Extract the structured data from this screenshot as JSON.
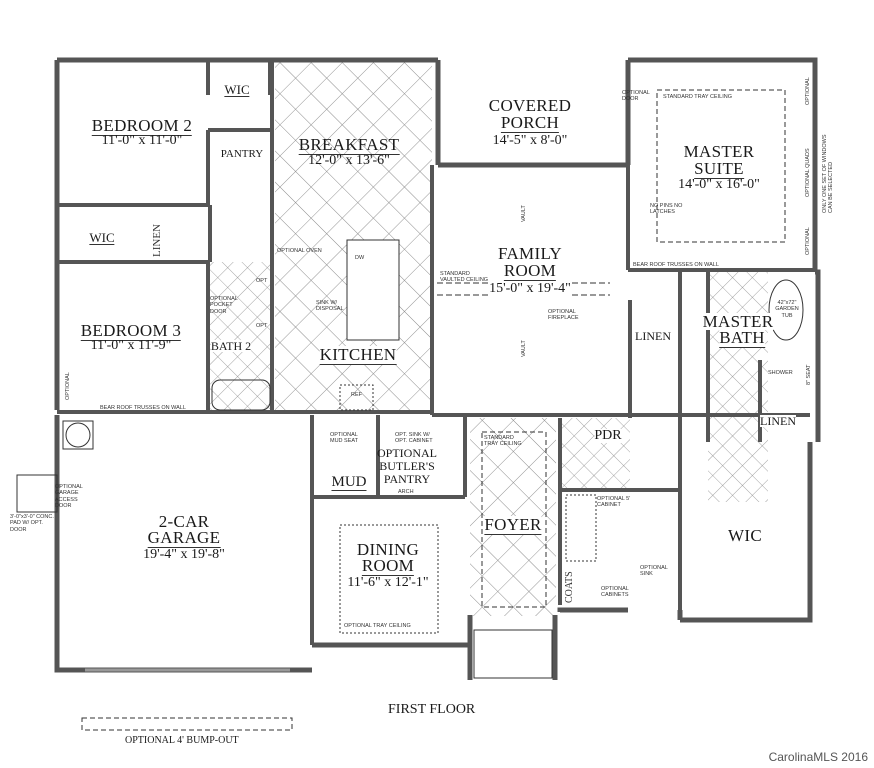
{
  "plan": {
    "title": "FIRST FLOOR",
    "watermark": "CarolinaMLS 2016",
    "rooms": {
      "bedroom2": {
        "name": "BEDROOM 2",
        "dims": "11'-0\" x 11'-0\""
      },
      "wic_bed2": {
        "name": "WIC"
      },
      "pantry": {
        "name": "PANTRY"
      },
      "breakfast": {
        "name": "BREAKFAST",
        "dims": "12'-0\" x 13'-6\""
      },
      "covered_porch": {
        "name": "COVERED PORCH",
        "name_line1": "COVERED",
        "name_line2": "PORCH",
        "dims": "14'-5\" x 8'-0\""
      },
      "master_suite": {
        "name_line1": "MASTER",
        "name_line2": "SUITE",
        "dims": "14'-0\" x 16'-0\""
      },
      "wic_bed3": {
        "name": "WIC"
      },
      "linen_hall": {
        "name": "LINEN"
      },
      "family_room": {
        "name_line1": "FAMILY",
        "name_line2": "ROOM",
        "dims": "15'-0\" x 19'-4\""
      },
      "bedroom3": {
        "name": "BEDROOM 3",
        "dims": "11'-0\" x 11'-9\""
      },
      "bath2": {
        "name": "BATH 2"
      },
      "kitchen": {
        "name": "KITCHEN"
      },
      "linen_master": {
        "name": "LINEN"
      },
      "master_bath": {
        "name_line1": "MASTER",
        "name_line2": "BATH"
      },
      "linen_bath": {
        "name": "LINEN"
      },
      "pdr": {
        "name": "PDR"
      },
      "mud": {
        "name": "MUD"
      },
      "butlers_pantry": {
        "name_line1": "OPTIONAL",
        "name_line2": "BUTLER'S",
        "name_line3": "PANTRY"
      },
      "garage": {
        "name_line1": "2-CAR",
        "name_line2": "GARAGE",
        "dims": "19'-4\" x 19'-8\""
      },
      "dining": {
        "name_line1": "DINING",
        "name_line2": "ROOM",
        "dims": "11'-6\" x 12'-1\""
      },
      "foyer": {
        "name": "FOYER"
      },
      "coats": {
        "name": "COATS"
      },
      "wic_master": {
        "name": "WIC"
      }
    },
    "notes": {
      "optional_oven": "OPTIONAL OVEN",
      "dw": "DW",
      "sink_disposal": "SINK W/ DISPOSAL",
      "optional_pocket_door": "OPTIONAL POCKET DOOR",
      "opt1": "OPT",
      "opt2": "OPT",
      "ref": "REF",
      "bear_trusses_left": "BEAR ROOF TRUSSES ON WALL",
      "bear_trusses_right": "BEAR ROOF TRUSSES ON WALL",
      "optional_window_left": "OPTIONAL",
      "optional_door": "OPTIONAL DOOR",
      "standard_tray_master": "STANDARD TRAY CEILING",
      "no_pins": "NO PINS NO LATCHES",
      "vault1": "VAULT",
      "vault2": "VAULT",
      "standard_vaulted": "STANDARD VAULTED CEILING",
      "optional_fireplace": "OPTIONAL FIREPLACE",
      "optional_right1": "OPTIONAL",
      "optional_quads": "OPTIONAL QUADS",
      "only_one_set": "ONLY ONE SET OF WINDOWS CAN BE SELECTED",
      "optional_right2": "OPTIONAL",
      "garden_tub": "42\"x72\" GARDEN TUB",
      "shower": "SHOWER",
      "seat": "8\" SEAT",
      "optional_mud_seat": "OPTIONAL MUD SEAT",
      "opt_sink_cabinet": "OPT. SINK W/ OPT. CABINET",
      "arch": "ARCH",
      "standard_tray_foyer": "STANDARD TRAY CEILING",
      "optional_5_cabinet": "OPTIONAL 5' CABINET",
      "optional_sink": "OPTIONAL SINK",
      "optional_cabinets": "OPTIONAL CABINETS",
      "optional_tray_dining": "OPTIONAL TRAY CEILING",
      "garage_access_door": "OPTIONAL GARAGE ACCESS DOOR",
      "conc_pad": "3'-0\"x3'-0\" CONC. PAD W/ OPT. DOOR",
      "bump_out": "OPTIONAL 4' BUMP-OUT"
    },
    "colors": {
      "wall": "#555555",
      "line": "#333333",
      "hatch": "#8a8a8a",
      "background": "#ffffff"
    }
  }
}
